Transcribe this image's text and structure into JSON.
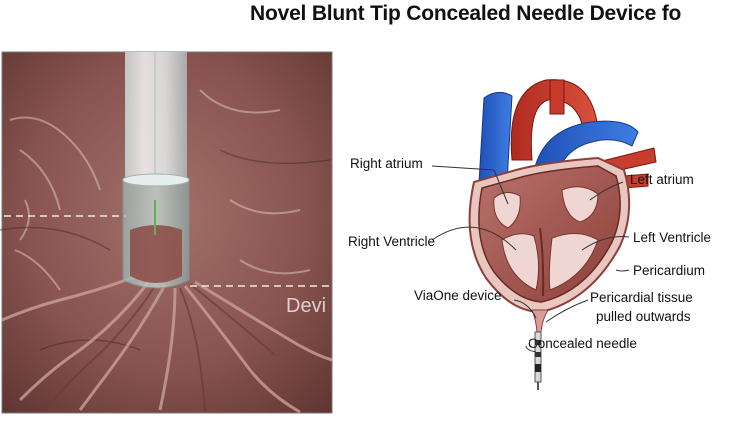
{
  "title": "Novel Blunt Tip Concealed Needle Device fo",
  "photo": {
    "overlay_text": "Devi"
  },
  "diagram": {
    "labels": {
      "right_atrium": "Right atrium",
      "left_atrium": "Left atrium",
      "right_ventricle": "Right Ventricle",
      "left_ventricle": "Left Ventricle",
      "pericardium": "Pericardium",
      "viaone_device": "ViaOne device",
      "pericardial_tissue_line1": "Pericardial tissue",
      "pericardial_tissue_line2": "pulled outwards",
      "concealed_needle": "Concealed needle"
    }
  }
}
